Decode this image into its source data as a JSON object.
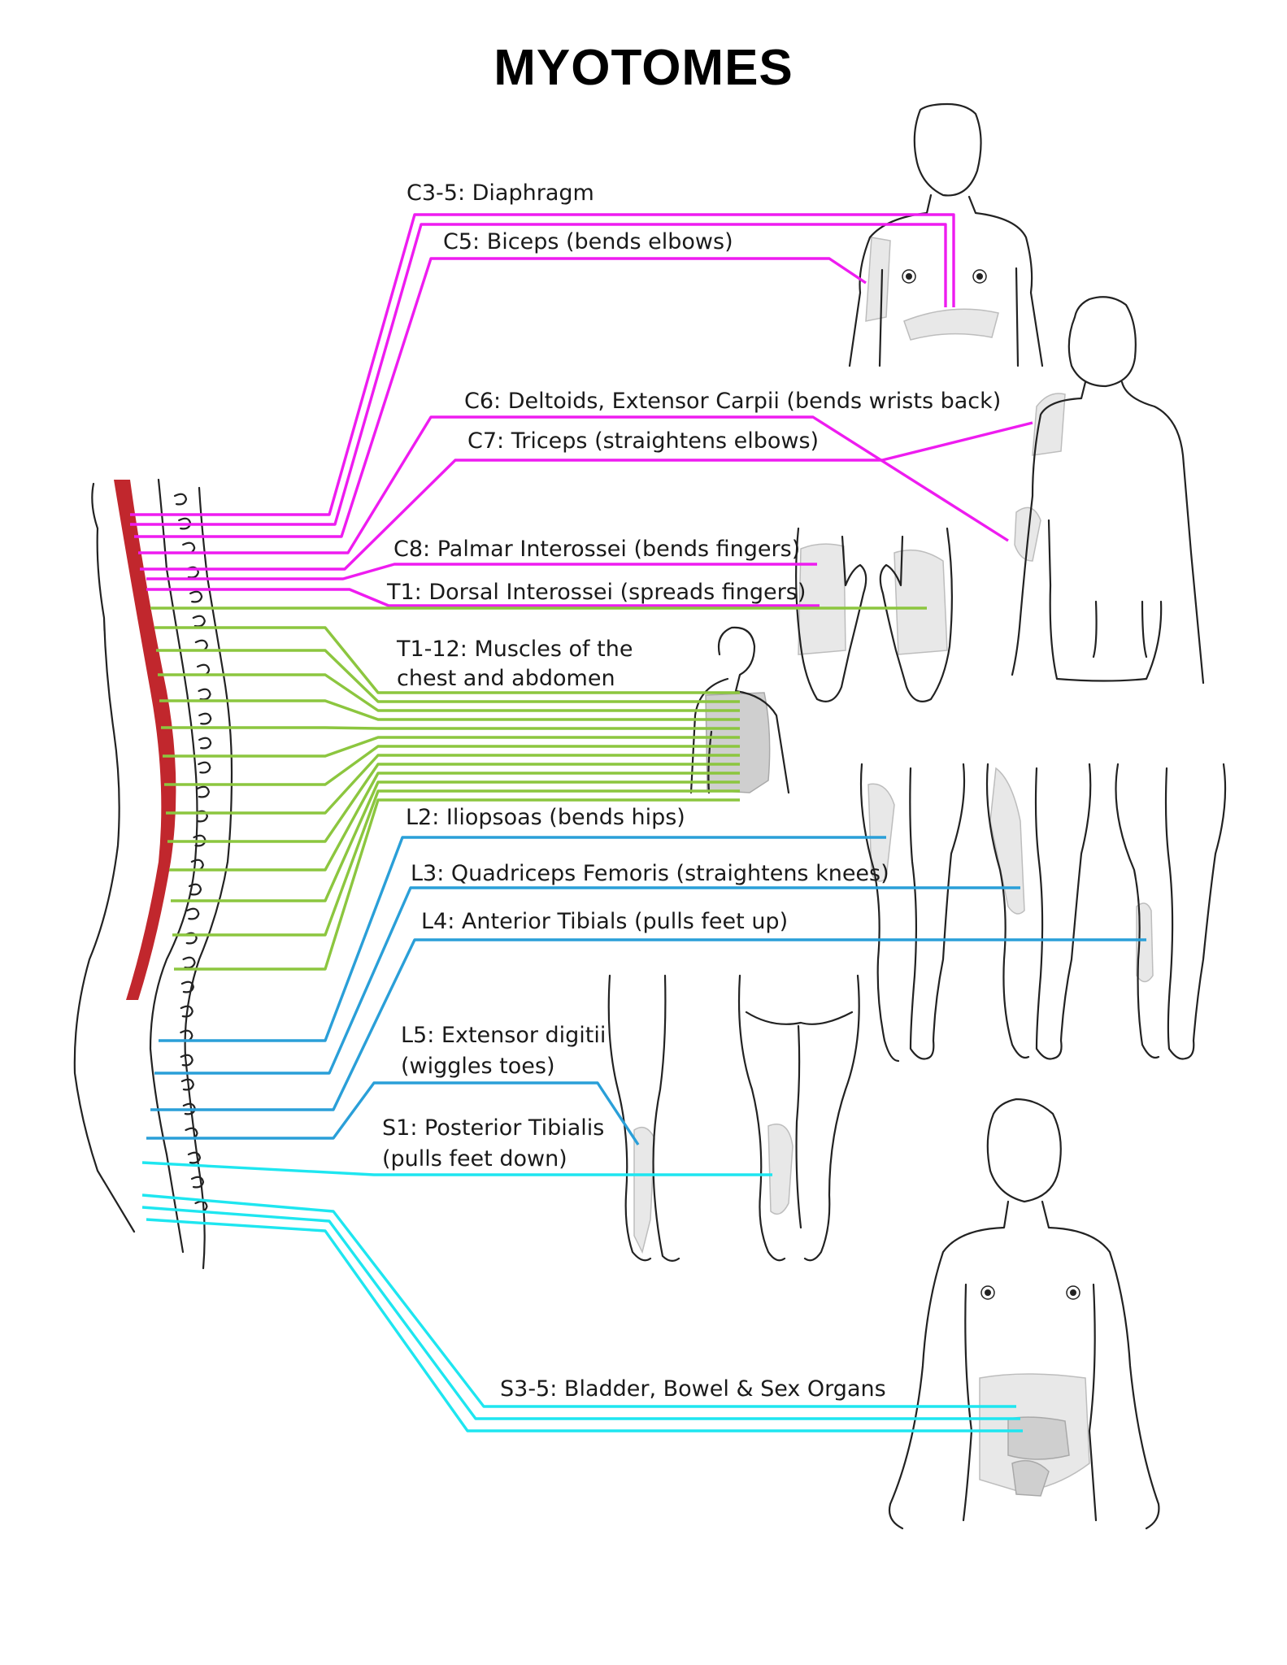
{
  "title": "MYOTOMES",
  "colors": {
    "cervical": "#ee1cf0",
    "thoracic": "#8cc63f",
    "lumbar": "#2a9fd8",
    "sacral": "#1ee6f0",
    "spinal_cord": "#c1272d"
  },
  "labels": {
    "c3_5": "C3-5: Diaphragm",
    "c5": "C5: Biceps (bends elbows)",
    "c6": "C6: Deltoids, Extensor Carpii (bends wrists back)",
    "c7": "C7: Triceps (straightens elbows)",
    "c8": "C8: Palmar Interossei (bends fingers)",
    "t1": "T1: Dorsal Interossei (spreads fingers)",
    "t1_12_line1": "T1-12: Muscles of the",
    "t1_12_line2": "chest and abdomen",
    "l2": "L2: Iliopsoas (bends hips)",
    "l3": "L3: Quadriceps Femoris (straightens knees)",
    "l4": "L4: Anterior Tibials (pulls feet up)",
    "l5_line1": "L5: Extensor digitii",
    "l5_line2": "(wiggles toes)",
    "s1_line1": "S1: Posterior Tibialis",
    "s1_line2": "(pulls feet down)",
    "s3_5": "S3-5: Bladder, Bowel & Sex Organs"
  },
  "figures": [
    "upper-torso-front",
    "back-with-arm",
    "hands-palms",
    "torso-side",
    "legs-front",
    "legs-back",
    "full-torso-front",
    "spine-side-view"
  ]
}
